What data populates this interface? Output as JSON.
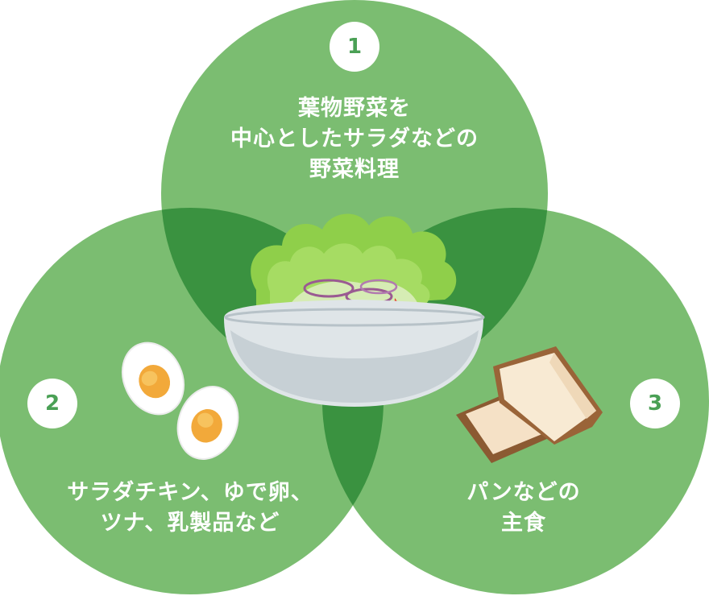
{
  "colors": {
    "circle": "#7bbd71",
    "overlap": "#3a9240",
    "text": "#ffffff",
    "badge_bg": "#ffffff",
    "badge_text": "#4aa055"
  },
  "circles": [
    {
      "number": "1",
      "lines": [
        "葉物野菜を",
        "中心としたサラダなどの",
        "野菜料理"
      ]
    },
    {
      "number": "2",
      "lines": [
        "サラダチキン、ゆで卵、",
        "ツナ、乳製品など"
      ]
    },
    {
      "number": "3",
      "lines": [
        "パンなどの",
        "主食"
      ]
    }
  ],
  "illustrations": [
    "salad-bowl-icon",
    "boiled-eggs-icon",
    "bread-icon"
  ]
}
